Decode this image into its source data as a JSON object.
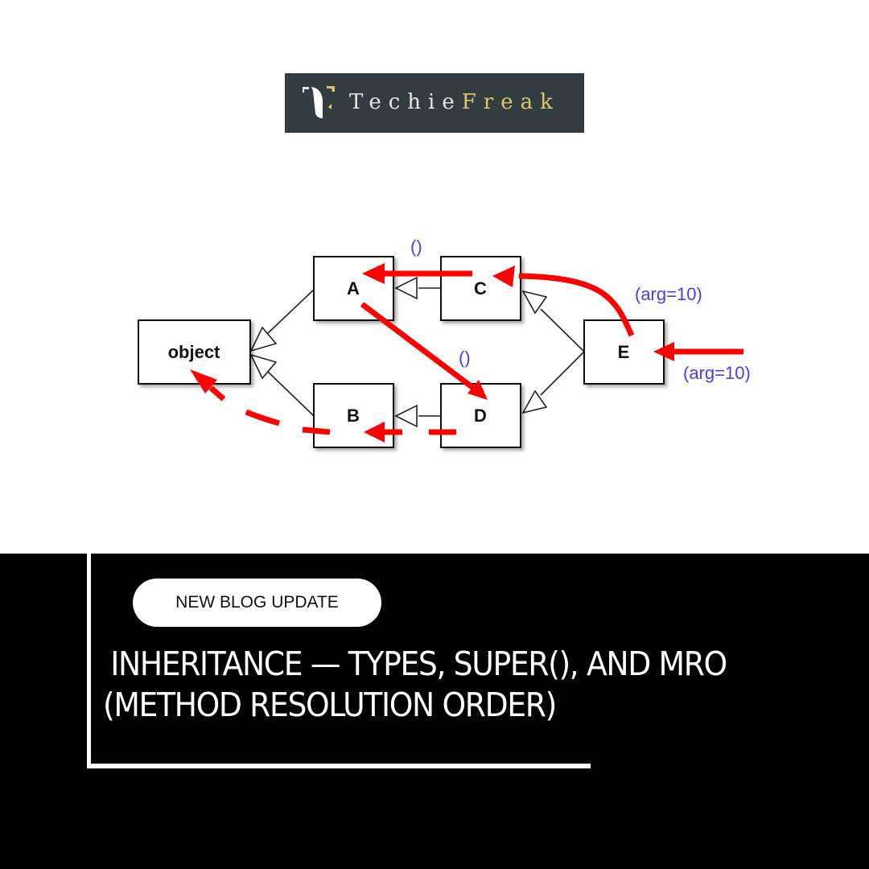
{
  "logo": {
    "icon": "techiefreak-t-mark-icon",
    "text_part1": "Techie",
    "text_part2": "Freak",
    "background": "#323d40",
    "accent": "#e0c66b"
  },
  "diagram": {
    "nodes": [
      {
        "id": "object",
        "label": "object"
      },
      {
        "id": "A",
        "label": "A"
      },
      {
        "id": "B",
        "label": "B"
      },
      {
        "id": "C",
        "label": "C"
      },
      {
        "id": "D",
        "label": "D"
      },
      {
        "id": "E",
        "label": "E"
      }
    ],
    "inheritance_edges": [
      {
        "from": "A",
        "to": "object"
      },
      {
        "from": "B",
        "to": "object"
      },
      {
        "from": "C",
        "to": "A"
      },
      {
        "from": "D",
        "to": "B"
      },
      {
        "from": "E",
        "to": "C"
      },
      {
        "from": "E",
        "to": "D"
      }
    ],
    "call_path": [
      "E",
      "C",
      "A",
      "D",
      "B",
      "object"
    ],
    "labels": {
      "call_into_e": "(arg=10)",
      "e_to_c": "(arg=10)",
      "c_to_a": "()",
      "a_to_d": "()"
    },
    "arrow_color": "#ff0000",
    "label_color": "#4a3cf5"
  },
  "banner": {
    "badge": "NEW BLOG UPDATE",
    "title_line1": "INHERITANCE — TYPES, SUPER(), AND MRO",
    "title_line2": "(METHOD RESOLUTION ORDER)"
  }
}
